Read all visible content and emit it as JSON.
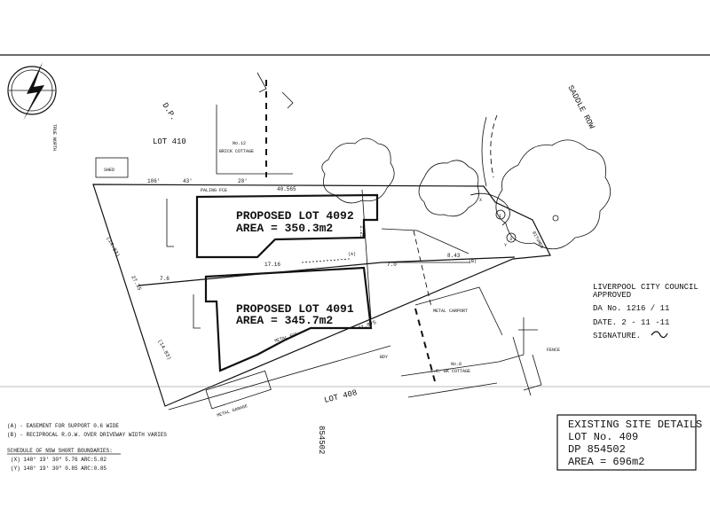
{
  "north_arrow": {
    "icon": "north-arrow-icon",
    "label": "TRUE NORTH"
  },
  "streets": {
    "saddle_row": "SADDLE ROW"
  },
  "deposited_plan": {
    "label": "D.P.",
    "number": "854502"
  },
  "neighbours": {
    "lot_410": "LOT 410",
    "lot_408": "LOT 408",
    "shed": "SHED",
    "cottage_12_no": "No.12",
    "cottage_12_desc": "BRICK COTTAGE",
    "cottage_8_no": "No.8",
    "cottage_8_desc": "C.R. BK COTTAGE",
    "metal_carport": "METAL CARPORT",
    "metal_garage": "METAL GARAGE"
  },
  "lots": [
    {
      "title": "PROPOSED LOT 4092",
      "area": "AREA = 350.3m2"
    },
    {
      "title": "PROPOSED LOT 4091",
      "area": "AREA = 345.7m2"
    }
  ],
  "dimensions": {
    "north_boundary": "40.565",
    "middle_boundary": "17.16",
    "mid_short": "7.0",
    "south_boundary": "41.875",
    "west_a": "7.6",
    "west_b": "27.35",
    "offset_125": "1.25",
    "dim_106": "106'",
    "dim_43": "43'",
    "dim_20": "20'",
    "dim_843": "8.43",
    "west_paren": "(14.83)",
    "west_paren2": "(14.83)"
  },
  "small_labels": {
    "paling_fence": "PALING FCE",
    "metal_fence": "METAL FCE",
    "bdy": "BDY",
    "bitumen": "BITUMEN",
    "fence": "FENCE",
    "label_a": "(A)",
    "label_b": "(B)",
    "circle_1": "1",
    "circle_3": "3",
    "circle_x": "X",
    "circle_y": "Y"
  },
  "approval_stamp": {
    "council": "LIVERPOOL CITY COUNCIL",
    "approved": "APPROVED",
    "da_no": "DA No. 1216 / 11",
    "date": "DATE.  2 - 11 -11",
    "signature": "SIGNATURE."
  },
  "legend": {
    "line_a": "(A)  - EASEMENT FOR SUPPORT 0.6 WIDE",
    "line_b": "(B)  - RECIPROCAL R.O.W. OVER DRIVEWAY WIDTH VARIES",
    "schedule_title": "SCHEDULE OF NSW SHORT BOUNDARIES:",
    "row_x": "(X)   148° 19' 30\"   5.76   ARC:5.82",
    "row_y": "(Y)   148° 19' 30\"   0.85   ARC:0.85"
  },
  "site_details": {
    "title": "EXISTING SITE DETAILS",
    "lot": "LOT No. 409",
    "dp": "DP 854502",
    "area": "AREA = 696m2"
  }
}
